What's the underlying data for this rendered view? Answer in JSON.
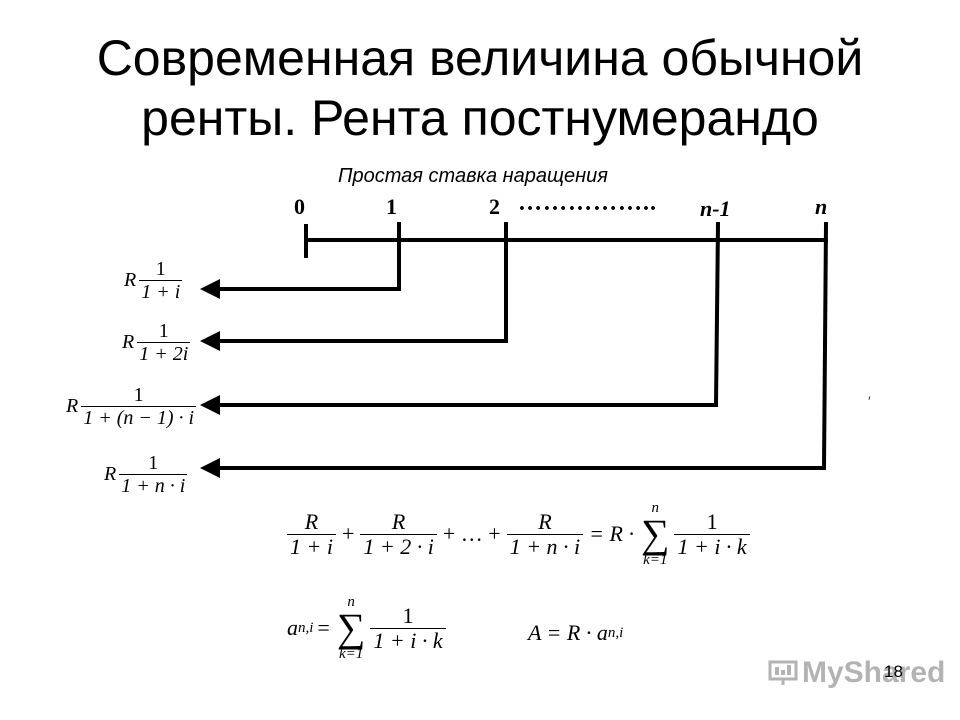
{
  "title": {
    "line1": "Современная величина обычной",
    "line2": "ренты. Рента постнумерандо"
  },
  "subtitle": "Простая ставка наращения",
  "timeline": {
    "ticks": [
      "0",
      "1",
      "2",
      "n-1",
      "n"
    ],
    "dots": "…………….."
  },
  "flows": [
    {
      "coef": "R",
      "numerator": "1",
      "denominator": "1 + i"
    },
    {
      "coef": "R",
      "numerator": "1",
      "denominator": "1 + 2i"
    },
    {
      "coef": "R",
      "numerator": "1",
      "denominator": "1 + (n − 1) · i"
    },
    {
      "coef": "R",
      "numerator": "1",
      "denominator": "1 + n · i"
    }
  ],
  "formula_sum": {
    "t1_num": "R",
    "t1_den": "1 + i",
    "plus1": "+",
    "t2_num": "R",
    "t2_den": "1 + 2 · i",
    "ellipsis": "+ … +",
    "t3_num": "R",
    "t3_den": "1 + n · i",
    "equals": "= R ·",
    "sigma_top": "n",
    "sigma_bottom": "k=1",
    "t4_num": "1",
    "t4_den": "1 + i · k"
  },
  "formula_a": {
    "lhs": "a",
    "lhs_sub": "n,i",
    "equals": "=",
    "sigma_top": "n",
    "sigma_bottom": "k=1",
    "num": "1",
    "den": "1 + i · k"
  },
  "formula_A": {
    "text": "A = R · a",
    "sub": "n,i"
  },
  "page_number": "18",
  "watermark": "MyShared",
  "mark": "′"
}
